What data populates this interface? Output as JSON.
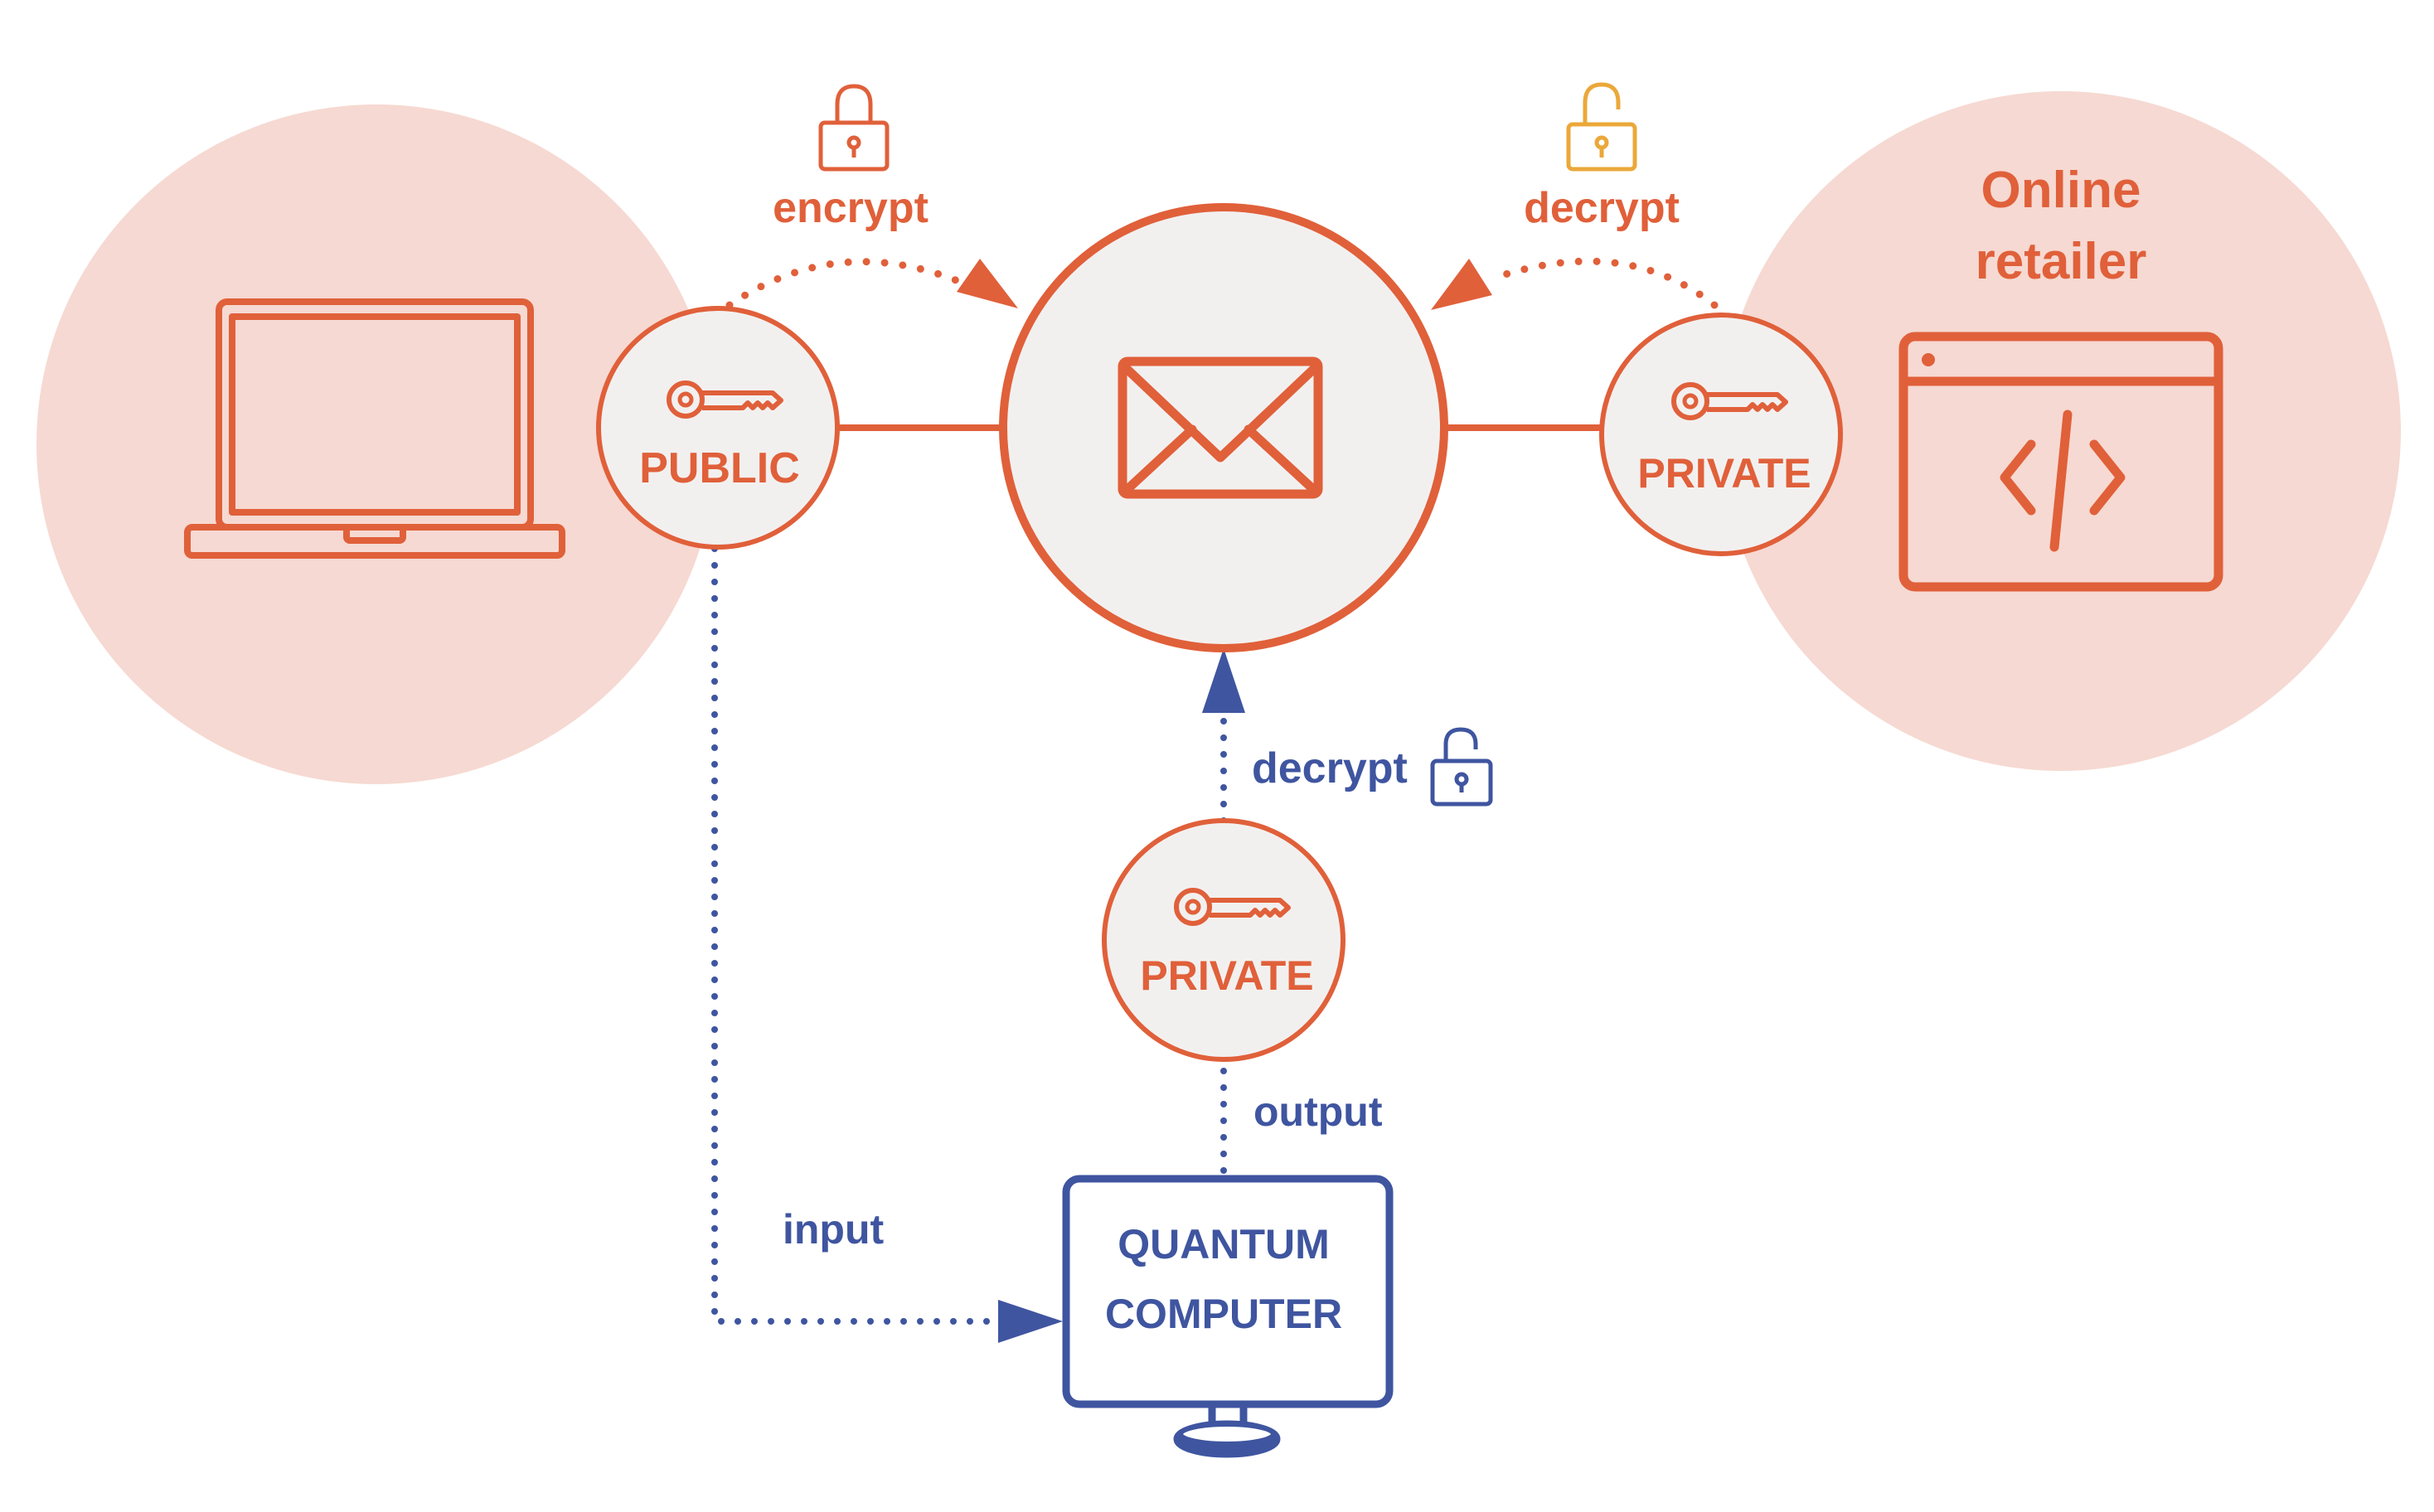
{
  "colors": {
    "orange": "#e0603a",
    "orange_light": "#f6d9d2",
    "node_fill": "#f2f0ef",
    "blue": "#3f55a0",
    "yellow": "#eba83a",
    "white": "#ffffff"
  },
  "labels": {
    "encrypt": "encrypt",
    "decrypt_top": "decrypt",
    "decrypt_bottom": "decrypt",
    "public_key": "PUBLIC",
    "private_key_retailer": "PRIVATE",
    "private_key_quantum": "PRIVATE",
    "retailer_line1": "Online",
    "retailer_line2": "retailer",
    "output": "output",
    "input": "input",
    "quantum_line1": "QUANTUM",
    "quantum_line2": "COMPUTER"
  },
  "icons": {
    "laptop": "laptop-icon",
    "browser_code": "browser-code-icon",
    "envelope": "envelope-icon",
    "key": "key-icon",
    "lock_closed": "lock-closed-icon",
    "lock_open": "lock-open-icon",
    "monitor": "monitor-icon"
  }
}
